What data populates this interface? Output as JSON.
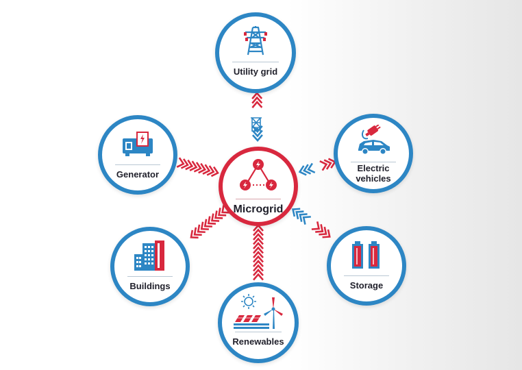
{
  "colors": {
    "blue": "#2d86c4",
    "red": "#d8283e",
    "text": "#1f1f2a"
  },
  "center": {
    "label": "Microgrid",
    "icon": "microgrid-triangle-icon"
  },
  "nodes": {
    "utility_grid": {
      "label": "Utility grid",
      "icon": "transmission-tower-icon"
    },
    "generator": {
      "label": "Generator",
      "icon": "generator-icon"
    },
    "electric_vehicles": {
      "label_line1": "Electric",
      "label_line2": "vehicles",
      "icon": "electric-car-icon"
    },
    "buildings": {
      "label": "Buildings",
      "icon": "buildings-icon"
    },
    "storage": {
      "label": "Storage",
      "icon": "battery-icon"
    },
    "renewables": {
      "label": "Renewables",
      "icon": "solar-wind-icon"
    }
  },
  "connectors": {
    "utility_grid": "bidirectional",
    "generator": "to-center",
    "electric_vehicles": "bidirectional",
    "buildings": "from-center",
    "storage": "bidirectional",
    "renewables": "to-center"
  }
}
